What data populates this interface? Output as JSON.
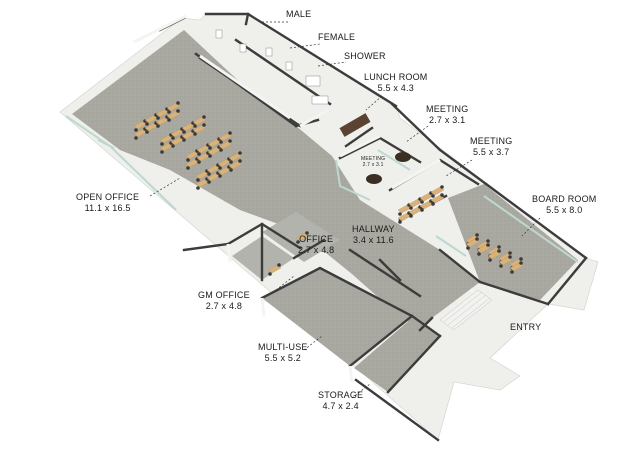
{
  "labels": {
    "male": {
      "name": "MALE"
    },
    "female": {
      "name": "FEMALE"
    },
    "shower": {
      "name": "SHOWER"
    },
    "lunch_room": {
      "name": "LUNCH ROOM",
      "size": "5.5 x 4.3"
    },
    "meeting_1": {
      "name": "MEETING",
      "size": "2.7 x 3.1"
    },
    "meeting_2": {
      "name": "MEETING",
      "size": "5.5 x 3.7"
    },
    "meeting_small": {
      "name": "MEETING",
      "size": "2.7 x 3.1"
    },
    "board_room": {
      "name": "BOARD ROOM",
      "size": "5.5 x 8.0"
    },
    "open_office": {
      "name": "OPEN OFFICE",
      "size": "11.1 x 16.5"
    },
    "office": {
      "name": "OFFICE",
      "size": "2.7 x 4.8"
    },
    "hallway": {
      "name": "HALLWAY",
      "size": "3.4 x 11.6"
    },
    "gm_office": {
      "name": "GM OFFICE",
      "size": "2.7 x 4.8"
    },
    "multi_use": {
      "name": "MULTI-USE",
      "size": "5.5 x 5.2"
    },
    "entry": {
      "name": "ENTRY"
    },
    "storage": {
      "name": "STORAGE",
      "size": "4.7 x 2.4"
    }
  },
  "colors": {
    "floor": "#a9a9a2",
    "wall_top": "#4a4a4a",
    "wall_side": "#ececea",
    "glass": "#cfe3dc",
    "desk": "#d9b27a",
    "chair": "#3a3a3a"
  }
}
